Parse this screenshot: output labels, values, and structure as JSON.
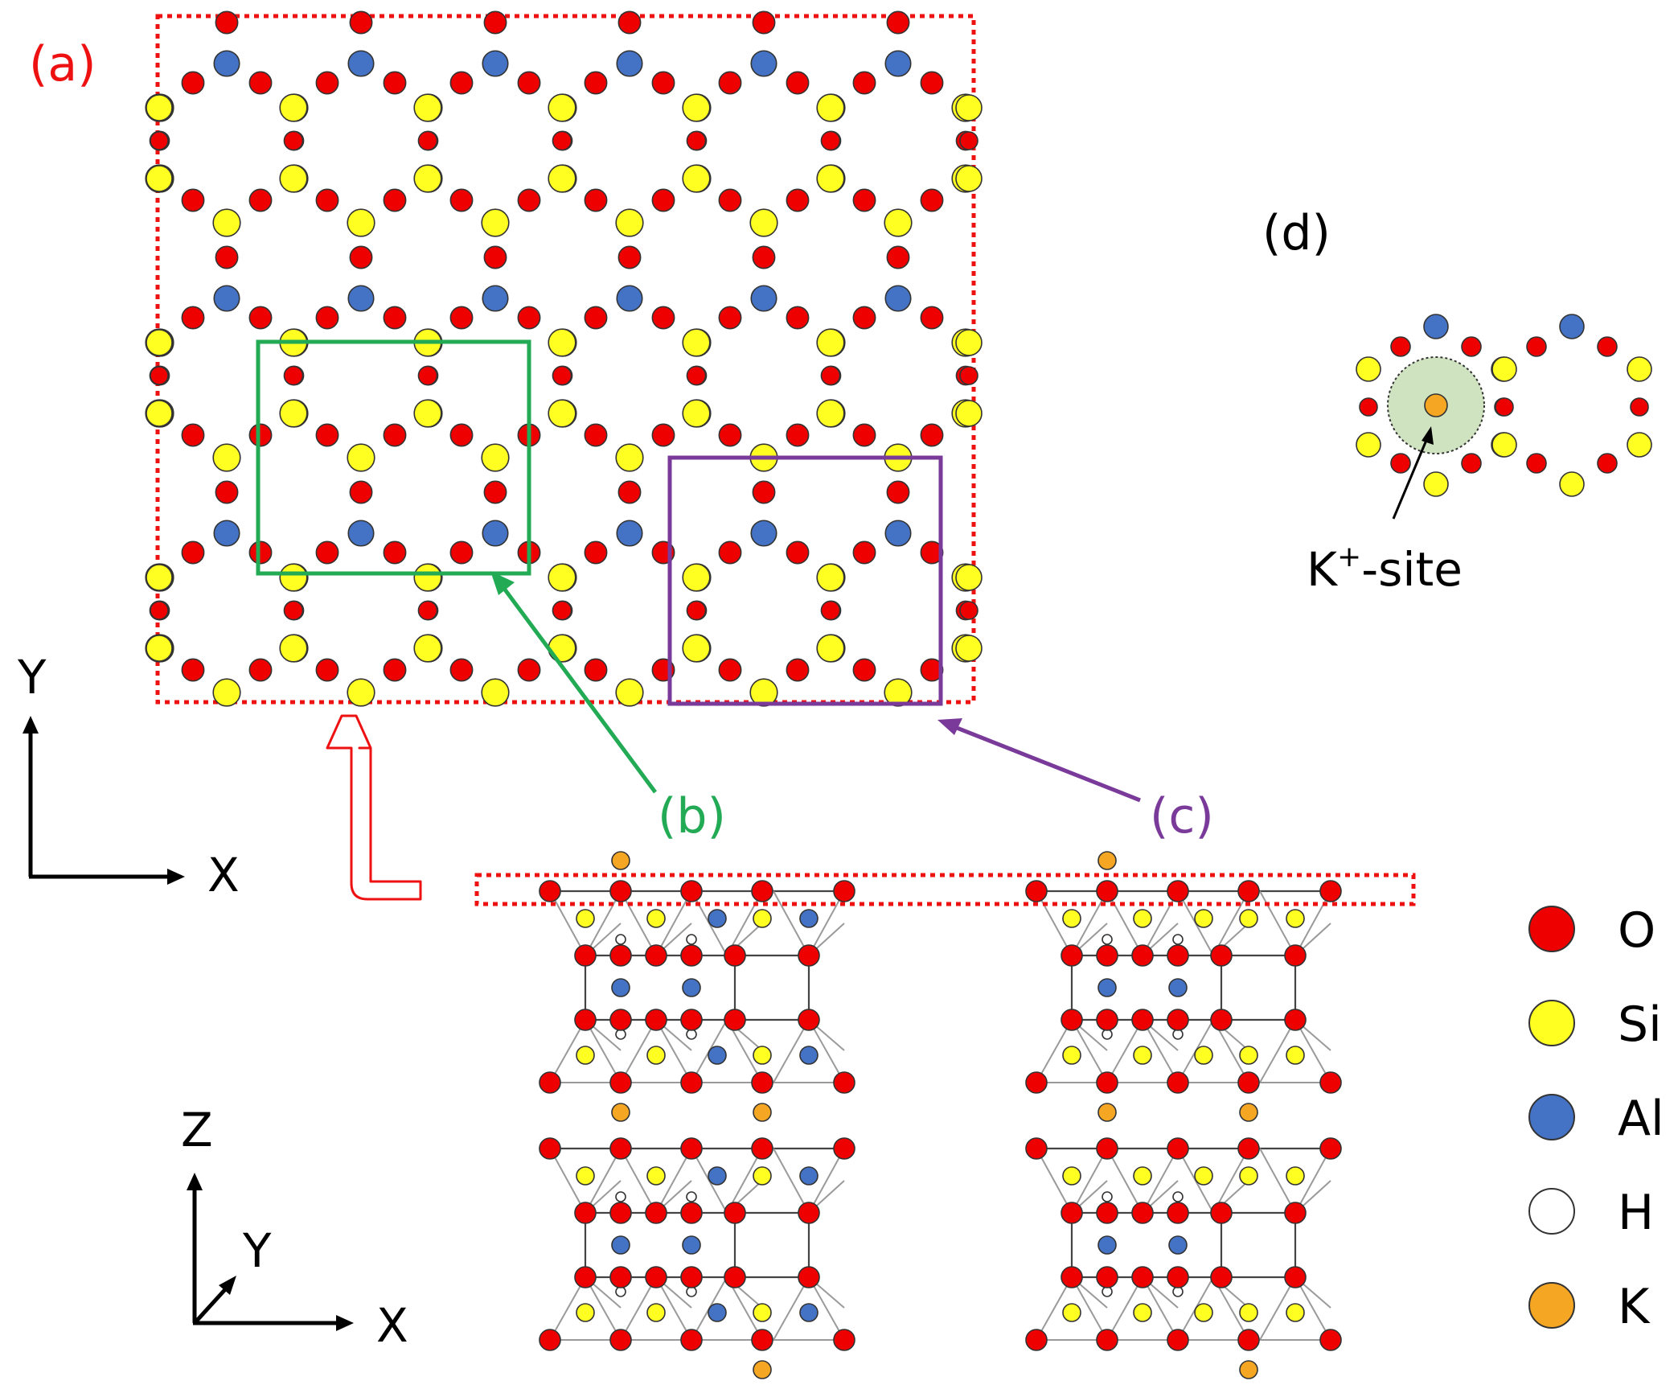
{
  "panels": {
    "a": "(a)",
    "b": "(b)",
    "c": "(c)",
    "d": "(d)"
  },
  "axes_top": {
    "y": "Y",
    "x": "X"
  },
  "axes_bottom": {
    "z": "Z",
    "y": "Y",
    "x": "X"
  },
  "k_site": {
    "label_main": "K",
    "label_sup": "+",
    "label_rest": "-site"
  },
  "legend": [
    {
      "label": "O",
      "color": "#ee0000"
    },
    {
      "label": "Si",
      "color": "#ffff22"
    },
    {
      "label": "Al",
      "color": "#4472c4"
    },
    {
      "label": "H",
      "color": "#ffffff"
    },
    {
      "label": "K",
      "color": "#f5a623"
    }
  ],
  "colors": {
    "O": "#ee0000",
    "Si": "#ffff22",
    "Al": "#4472c4",
    "H": "#ffffff",
    "K": "#f5a623",
    "panel_a": "#ee1111",
    "panel_b": "#22aa55",
    "panel_c": "#7a3a9a",
    "site_fill": "#cfe3c0"
  }
}
